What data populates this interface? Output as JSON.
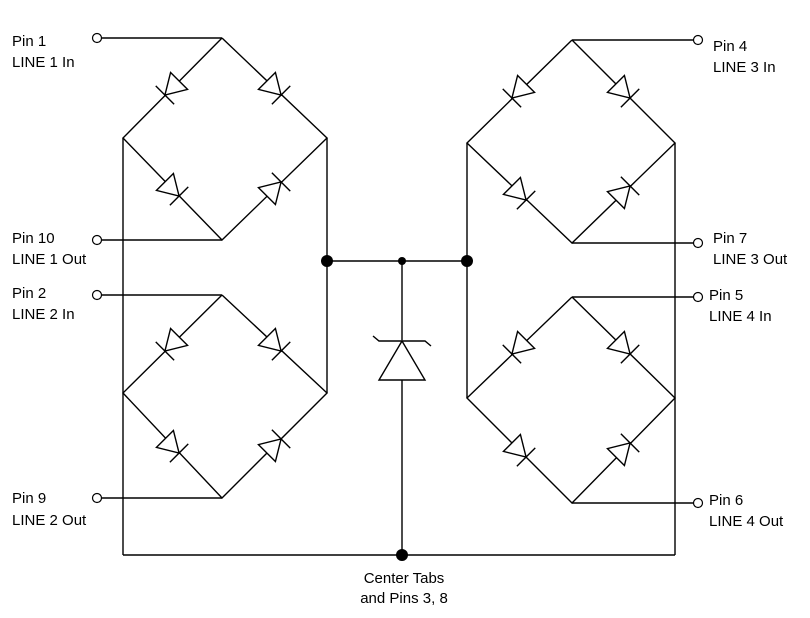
{
  "labels": {
    "pin1": {
      "pin": "Pin 1",
      "line": "LINE 1 In"
    },
    "pin10": {
      "pin": "Pin 10",
      "line": "LINE 1 Out"
    },
    "pin2": {
      "pin": "Pin 2",
      "line": "LINE 2 In"
    },
    "pin9": {
      "pin": "Pin 9",
      "line": "LINE 2 Out"
    },
    "pin4": {
      "pin": "Pin 4",
      "line": "LINE 3 In"
    },
    "pin7": {
      "pin": "Pin 7",
      "line": "LINE 3 Out"
    },
    "pin5": {
      "pin": "Pin 5",
      "line": "LINE 4 In"
    },
    "pin6": {
      "pin": "Pin 6",
      "line": "LINE 4 Out"
    },
    "center": {
      "line1": "Center Tabs",
      "line2": "and Pins 3, 8"
    }
  }
}
